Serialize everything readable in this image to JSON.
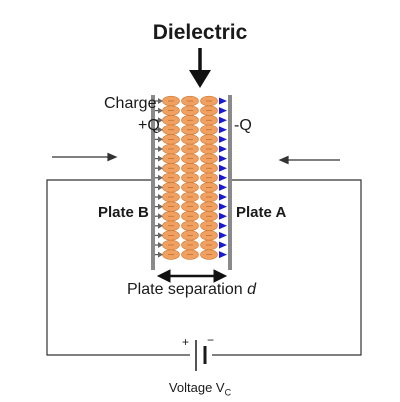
{
  "title": "Dielectric",
  "charge_label": "Charge",
  "positive_charge": "+Q",
  "negative_charge": "-Q",
  "plate_b_label": "Plate B",
  "plate_a_label": "Plate A",
  "separation_label": "Plate separation",
  "separation_symbol": "d",
  "voltage_label": "Voltage V",
  "voltage_subscript": "C",
  "battery_plus": "+",
  "battery_minus": "−",
  "colors": {
    "molecule_fill": "#f0a060",
    "molecule_stroke": "#d07830",
    "plate": "#8a8a8a",
    "arrowhead_blue": "#1a1ad0",
    "wire": "#333333"
  }
}
